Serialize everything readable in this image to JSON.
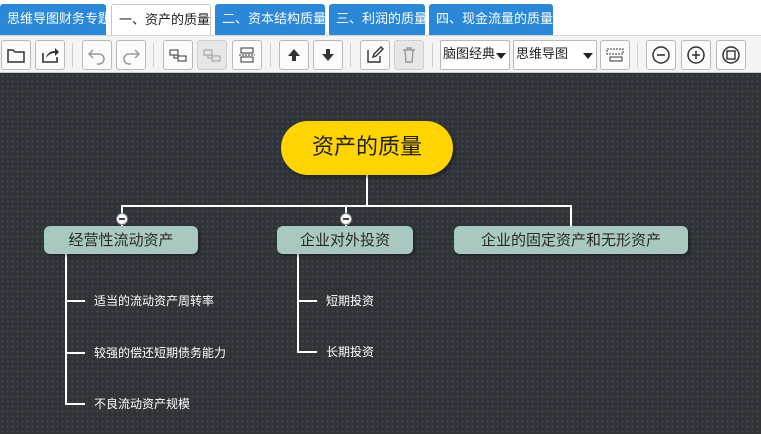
{
  "tabs": [
    {
      "label": "思维导图财务专题",
      "active": false
    },
    {
      "label": "一、资产的质量",
      "active": true
    },
    {
      "label": "二、资本结构质量",
      "active": false
    },
    {
      "label": "三、利润的质量",
      "active": false
    },
    {
      "label": "四、现金流量的质量",
      "active": false
    }
  ],
  "toolbar": {
    "theme_select": "脑图经典",
    "layout_select": "思维导图",
    "icons": [
      "folder-icon",
      "export-icon",
      "undo-icon",
      "redo-icon",
      "insert-child-icon",
      "insert-sibling-icon",
      "insert-parent-icon",
      "move-up-icon",
      "move-down-icon",
      "edit-icon",
      "delete-icon",
      "expand-level-icon",
      "zoom-out-icon",
      "zoom-in-icon",
      "fit-view-icon"
    ]
  },
  "mindmap": {
    "root": "资产的质量",
    "branches": [
      {
        "label": "经营性流动资产",
        "children": [
          "适当的流动资产周转率",
          "较强的偿还短期债务能力",
          "不良流动资产规模"
        ]
      },
      {
        "label": "企业对外投资",
        "children": [
          "短期投资",
          "长期投资"
        ]
      },
      {
        "label": "企业的固定资产和无形资产",
        "children": []
      }
    ]
  },
  "colors": {
    "tab_blue": "#2b88d8",
    "root_fill": "#ffd400",
    "branch_fill": "#a8c8c0",
    "canvas_bg": "#2f3438",
    "connector": "#ffffff"
  }
}
